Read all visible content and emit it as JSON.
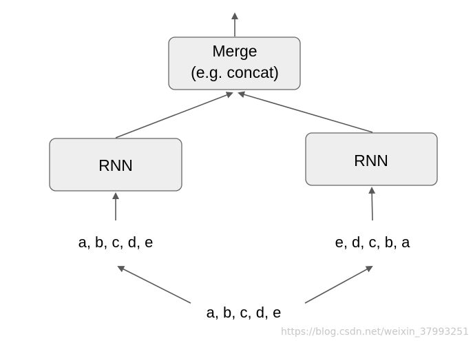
{
  "diagram": {
    "merge": {
      "line1": "Merge",
      "line2": "(e.g. concat)"
    },
    "rnn_left": {
      "label": "RNN"
    },
    "rnn_right": {
      "label": "RNN"
    },
    "seq_forward": "a, b, c, d, e",
    "seq_reversed": "e, d, c, b, a",
    "seq_input": "a, b, c, d, e"
  },
  "watermark": "https://blog.csdn.net/weixin_37993251",
  "colors": {
    "box_fill": "#eeeeee",
    "box_stroke": "#666666",
    "arrow": "#595959",
    "watermark": "#c7c7c7"
  }
}
